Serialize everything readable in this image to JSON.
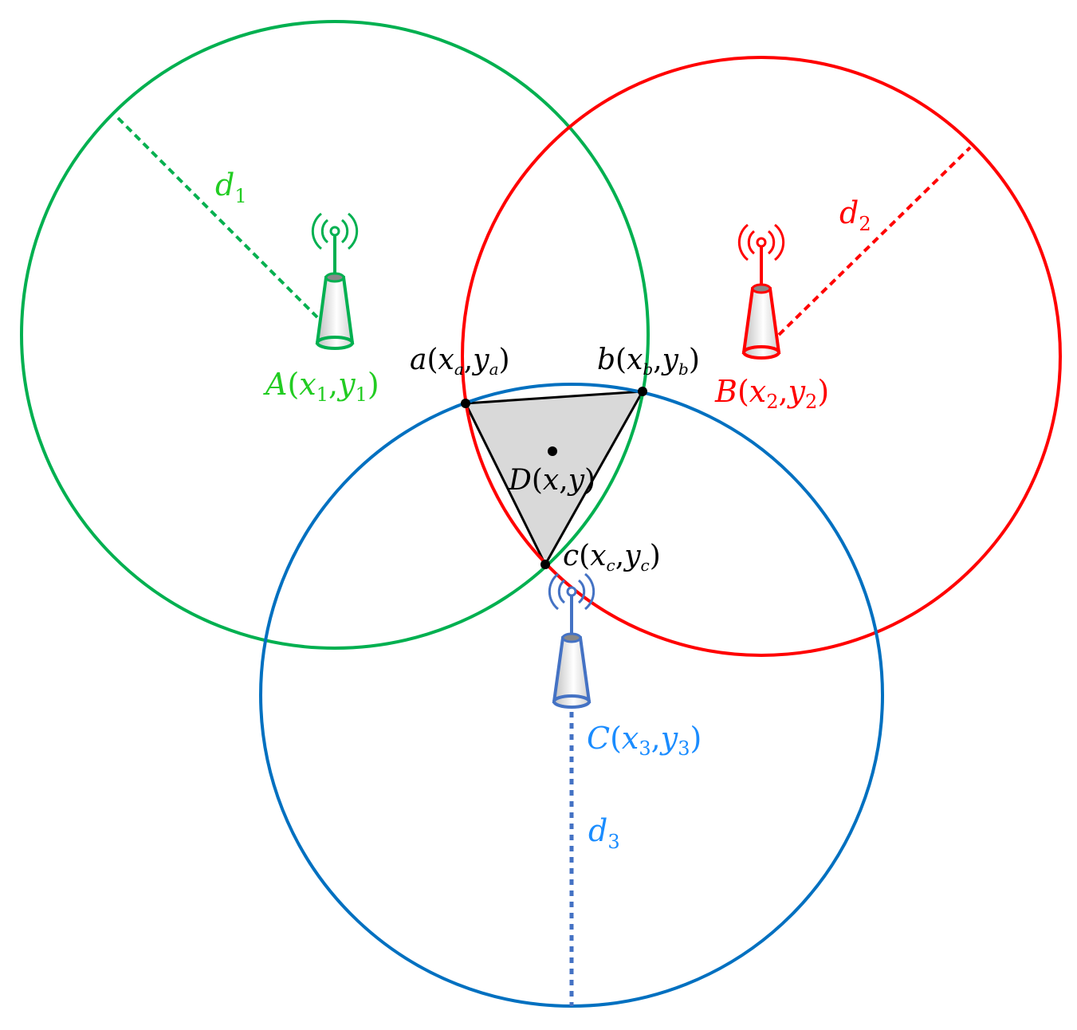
{
  "colors": {
    "anchor_a": "#00b050",
    "anchor_a_label": "#22cc22",
    "anchor_b": "#ff0000",
    "anchor_c_circle": "#0070c0",
    "anchor_c_tower": "#4472c4",
    "anchor_c_label": "#1a8cff",
    "intersection_fill": "#d9d9d9",
    "text": "#000000"
  },
  "anchors": {
    "a": {
      "icon": "antenna-tower-icon",
      "name": "A",
      "x_var": "x",
      "x_sub": "1",
      "y_var": "y",
      "y_sub": "1",
      "radius_var": "d",
      "radius_sub": "1"
    },
    "b": {
      "icon": "antenna-tower-icon",
      "name": "B",
      "x_var": "x",
      "x_sub": "2",
      "y_var": "y",
      "y_sub": "2",
      "radius_var": "d",
      "radius_sub": "2"
    },
    "c": {
      "icon": "antenna-tower-icon",
      "name": "C",
      "x_var": "x",
      "x_sub": "3",
      "y_var": "y",
      "y_sub": "3",
      "radius_var": "d",
      "radius_sub": "3"
    }
  },
  "intersections": {
    "a": {
      "name": "a",
      "x_var": "x",
      "x_sub": "a",
      "y_var": "y",
      "y_sub": "a"
    },
    "b": {
      "name": "b",
      "x_var": "x",
      "x_sub": "b",
      "y_var": "y",
      "y_sub": "b"
    },
    "c": {
      "name": "c",
      "x_var": "x",
      "x_sub": "c",
      "y_var": "y",
      "y_sub": "c"
    }
  },
  "estimate": {
    "name": "D",
    "x_var": "x",
    "y_var": "y"
  },
  "punct": {
    "open": "(",
    "comma": ",",
    "close": ")"
  }
}
